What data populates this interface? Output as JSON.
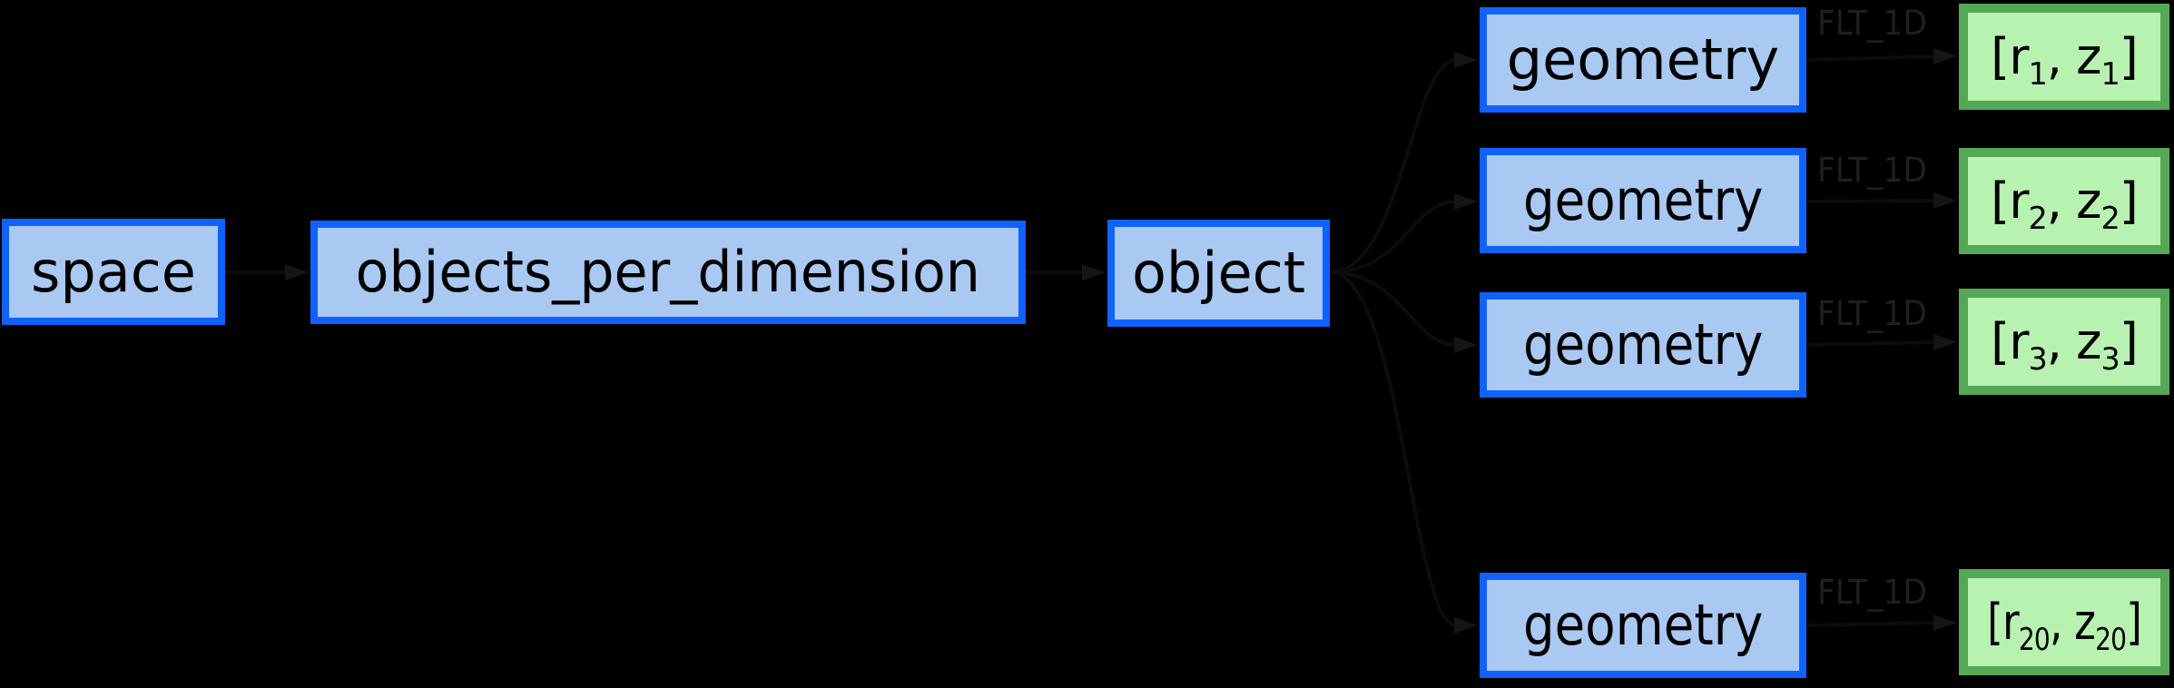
{
  "diagram": {
    "background": "#000000",
    "colors": {
      "node_fill": "#a9c9f3",
      "node_border": "#0f62fe",
      "leaf_fill": "#b8f2b0",
      "leaf_border": "#55a855",
      "node_text": "#000000",
      "edge_label_text": "#1f1f1f",
      "edge_line": "#0c0c0c"
    },
    "nodes": {
      "space": "space",
      "objects_per_dimension": "objects_per_dimension",
      "object": "object"
    },
    "rows": [
      {
        "label": "geometry",
        "edge_label": "FLT_1D",
        "value": {
          "open": "[r",
          "r_sub": "1",
          "sep": ", z",
          "z_sub": "1",
          "close": "]"
        }
      },
      {
        "label": "geometry",
        "edge_label": "FLT_1D",
        "value": {
          "open": "[r",
          "r_sub": "2",
          "sep": ", z",
          "z_sub": "2",
          "close": "]"
        }
      },
      {
        "label": "geometry",
        "edge_label": "FLT_1D",
        "value": {
          "open": "[r",
          "r_sub": "3",
          "sep": ", z",
          "z_sub": "3",
          "close": "]"
        }
      },
      {
        "label": "geometry",
        "edge_label": "FLT_1D",
        "value": {
          "open": "[r",
          "r_sub": "20",
          "sep": ", z",
          "z_sub": "20",
          "close": "]"
        }
      }
    ]
  }
}
